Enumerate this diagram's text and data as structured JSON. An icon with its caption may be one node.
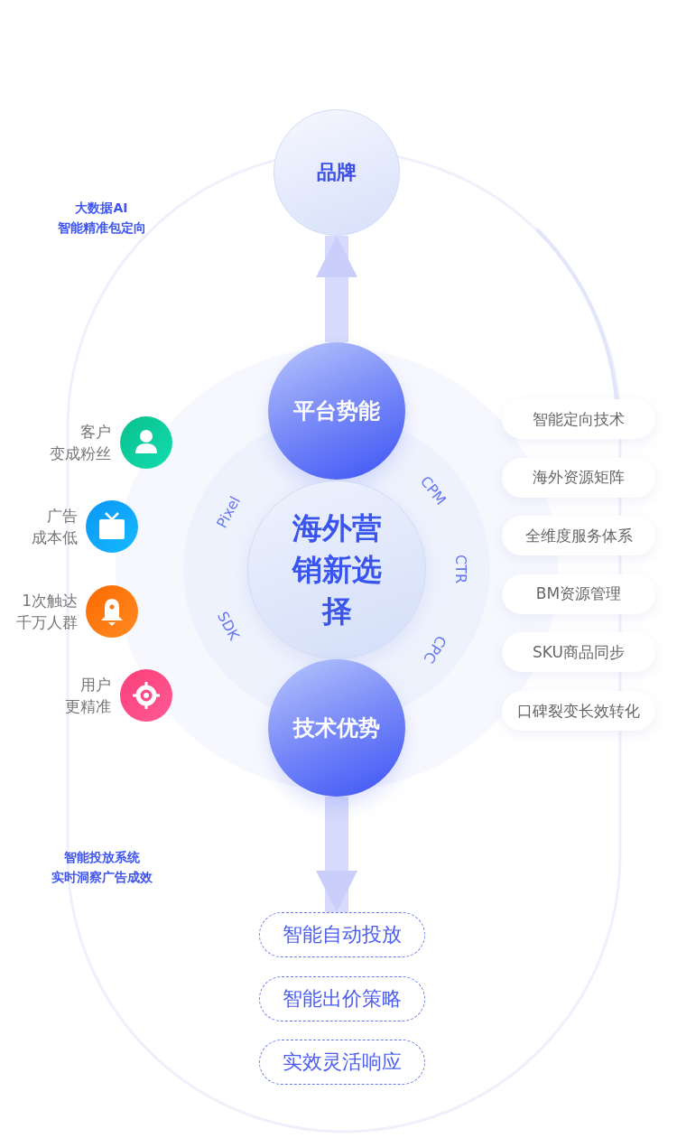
{
  "diagram": {
    "nodes": [
      {
        "text": [
          "品牌"
        ]
      },
      {
        "text": [
          "平台势能"
        ]
      },
      {
        "text": [
          "海外营销新选择"
        ]
      },
      {
        "text": [
          "技术优势"
        ]
      },
      {
        "text": [
          "智能自动投放"
        ]
      },
      {
        "text": [
          "智能出价策略"
        ]
      },
      {
        "text": [
          "实效灵活响应"
        ]
      },
      {
        "text": [
          "智能定向技术"
        ]
      },
      {
        "text": [
          "海外资源矩阵"
        ]
      },
      {
        "text": [
          "全维度服务体系"
        ]
      },
      {
        "text": [
          "BM资源管理"
        ]
      },
      {
        "text": [
          "SKU商品同步"
        ]
      },
      {
        "text": [
          "口碑裂变长效转化"
        ]
      }
    ],
    "edges": [
      {
        "from": 1,
        "to": 0,
        "arrow": "to"
      },
      {
        "from": 3,
        "to": 4,
        "arrow": "to"
      }
    ],
    "labels": [
      "大数据AI智能精准包定向",
      "客户变成粉丝",
      "广告成本低",
      "1次触达千万人群",
      "用户更精准",
      "Pixel",
      "CPM",
      "CTR",
      "SDK",
      "CPC",
      "智能投放系统实时洞察广告成效"
    ]
  }
}
